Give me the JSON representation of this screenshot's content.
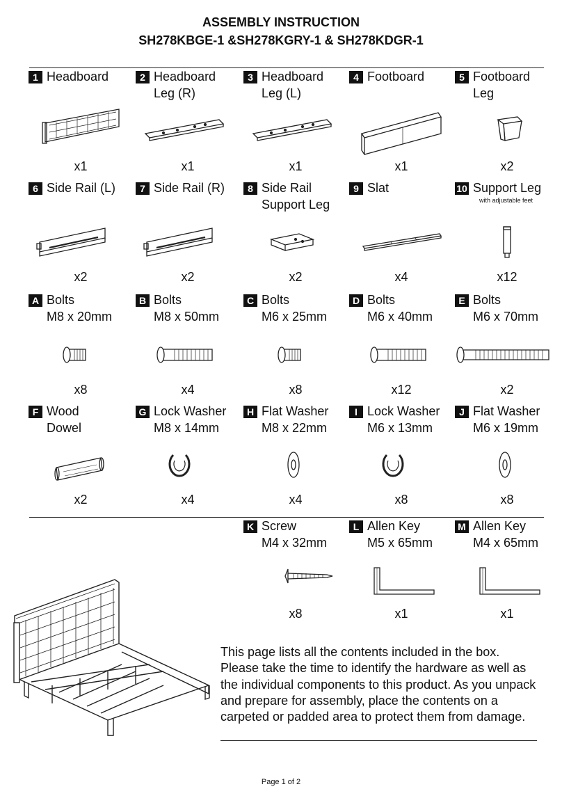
{
  "header": {
    "title": "ASSEMBLY INSTRUCTION",
    "subtitle": "SH278KBGE-1 &SH278KGRY-1 & SH278KDGR-1"
  },
  "rows": [
    [
      {
        "num": "1",
        "lines": [
          "Headboard"
        ],
        "qty": "x1",
        "icon": "headboard-icon"
      },
      {
        "num": "2",
        "lines": [
          "Headboard",
          "Leg (R)"
        ],
        "qty": "x1",
        "icon": "headboard-leg-icon"
      },
      {
        "num": "3",
        "lines": [
          "Headboard",
          "Leg (L)"
        ],
        "qty": "x1",
        "icon": "headboard-leg-icon"
      },
      {
        "num": "4",
        "lines": [
          "Footboard"
        ],
        "qty": "x1",
        "icon": "footboard-icon"
      },
      {
        "num": "5",
        "lines": [
          "Footboard",
          "Leg"
        ],
        "qty": "x2",
        "icon": "footboard-leg-icon"
      }
    ],
    [
      {
        "num": "6",
        "lines": [
          "Side Rail (L)"
        ],
        "qty": "x2",
        "icon": "side-rail-icon"
      },
      {
        "num": "7",
        "lines": [
          "Side Rail (R)"
        ],
        "qty": "x2",
        "icon": "side-rail-icon"
      },
      {
        "num": "8",
        "lines": [
          "Side Rail",
          "Support Leg"
        ],
        "qty": "x2",
        "icon": "support-bracket-icon"
      },
      {
        "num": "9",
        "lines": [
          "Slat"
        ],
        "qty": "x4",
        "icon": "slat-icon"
      },
      {
        "num": "10",
        "lines": [
          "Support Leg"
        ],
        "sub": "with adjustable feet",
        "qty": "x12",
        "icon": "support-leg-icon"
      }
    ],
    [
      {
        "num": "A",
        "lines": [
          "Bolts",
          "M8 x 20mm"
        ],
        "qty": "x8",
        "icon": "bolt-short-icon"
      },
      {
        "num": "B",
        "lines": [
          "Bolts",
          "M8 x 50mm"
        ],
        "qty": "x4",
        "icon": "bolt-medium-icon"
      },
      {
        "num": "C",
        "lines": [
          "Bolts",
          "M6 x 25mm"
        ],
        "qty": "x8",
        "icon": "bolt-short-icon"
      },
      {
        "num": "D",
        "lines": [
          "Bolts",
          "M6 x 40mm"
        ],
        "qty": "x12",
        "icon": "bolt-medium-icon"
      },
      {
        "num": "E",
        "lines": [
          "Bolts",
          "M6 x 70mm"
        ],
        "qty": "x2",
        "icon": "bolt-long-icon"
      }
    ],
    [
      {
        "num": "F",
        "lines": [
          "Wood",
          "Dowel"
        ],
        "qty": "x2",
        "icon": "wood-dowel-icon"
      },
      {
        "num": "G",
        "lines": [
          "Lock Washer",
          "M8 x 14mm"
        ],
        "qty": "x4",
        "icon": "lock-washer-icon"
      },
      {
        "num": "H",
        "lines": [
          "Flat Washer",
          "M8 x 22mm"
        ],
        "qty": "x4",
        "icon": "flat-washer-icon"
      },
      {
        "num": "I",
        "lines": [
          "Lock Washer",
          "M6 x 13mm"
        ],
        "qty": "x8",
        "icon": "lock-washer-icon"
      },
      {
        "num": "J",
        "lines": [
          "Flat Washer",
          "M6 x 19mm"
        ],
        "qty": "x8",
        "icon": "flat-washer-icon"
      }
    ],
    [
      {
        "num": "K",
        "lines": [
          "Screw",
          "M4 x 32mm"
        ],
        "qty": "x8",
        "icon": "screw-icon"
      },
      {
        "num": "L",
        "lines": [
          "Allen Key",
          "M5 x 65mm"
        ],
        "qty": "x1",
        "icon": "allen-key-icon"
      },
      {
        "num": "M",
        "lines": [
          "Allen Key",
          "M4 x 65mm"
        ],
        "qty": "x1",
        "icon": "allen-key-icon"
      }
    ]
  ],
  "illustration": {
    "icon": "assembled-bed-icon"
  },
  "note": "This page lists all the contents included in the box. Please take the time to identify the hardware as well as the individual components to this product. As you unpack and prepare for assembly, place the contents on a carpeted or padded area to protect them from damage.",
  "footer": {
    "page": "Page 1 of 2"
  }
}
